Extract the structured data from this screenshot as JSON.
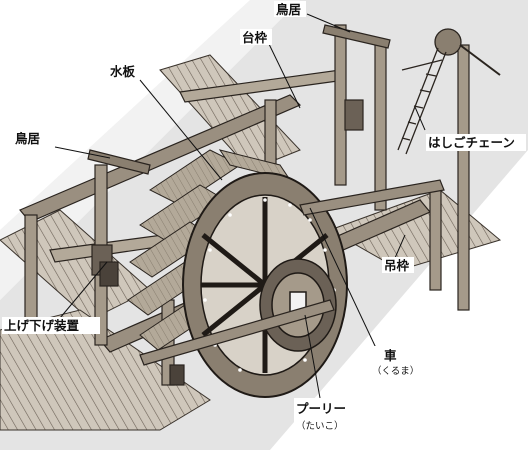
{
  "diagram": {
    "labels": {
      "torii_top": "鳥居",
      "daiwaku": "台枠",
      "mizuita": "水板",
      "ladder_chain": "はしごチェーン",
      "torii_left": "鳥居",
      "tsuriwaku": "吊枠",
      "lift_device": "上げ下げ装置",
      "kuruma": "車",
      "kuruma_reading": "（くるま）",
      "pulley": "プーリー",
      "pulley_reading": "（たいこ）"
    },
    "colors": {
      "ink": "#111111",
      "background": "#ffffff",
      "water": "#d9d9d9",
      "wood_light": "#cfc7bb",
      "wood_mid": "#9a8f80",
      "wood_dark": "#4a423a"
    }
  }
}
